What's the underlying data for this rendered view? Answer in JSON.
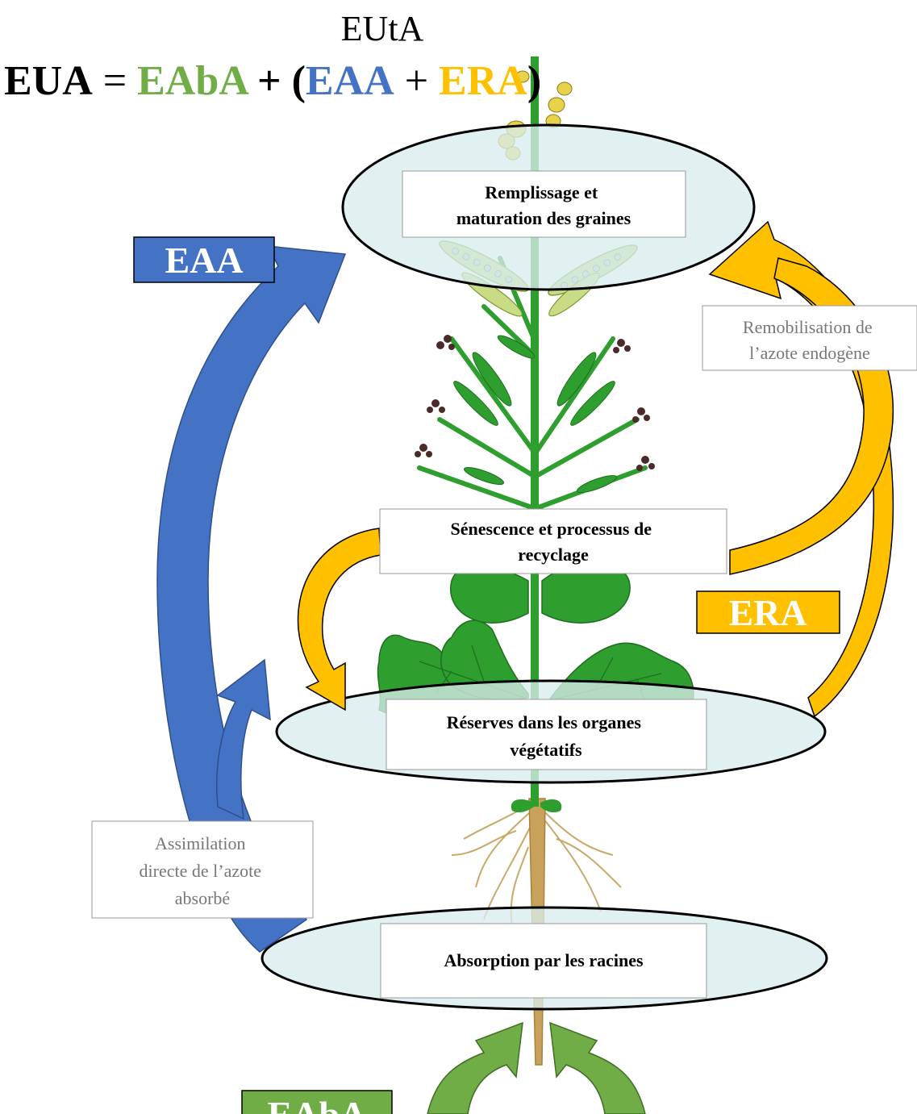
{
  "header": {
    "title": "EUtA",
    "equation": {
      "lhs": "EUA",
      "equals": " = ",
      "term1": "EAbA",
      "plus1": " + (",
      "term2": "EAA",
      "plus2": " + ",
      "term3": "ERA",
      "close": ")"
    }
  },
  "colors": {
    "green": "#70AD47",
    "blue": "#4472C4",
    "gold": "#FFC000",
    "ellipse_fill": "#D9ECEC",
    "plant_green": "#2E9E2E",
    "root_tan": "#C9A96A"
  },
  "labels": {
    "eaa": "EAA",
    "era": "ERA",
    "eaba": "EAbA"
  },
  "boxes": {
    "seeds": [
      "Remplissage et",
      "maturation des graines"
    ],
    "senescence": [
      "Sénescence et processus de",
      "recyclage"
    ],
    "reserves": [
      "Réserves dans les organes",
      "végétatifs"
    ],
    "absorption": [
      "Absorption par les racines"
    ],
    "remobilisation": [
      "Remobilisation de",
      "l’azote endogène"
    ],
    "assimilation": [
      "Assimilation",
      "directe de l’azote",
      "absorbé"
    ]
  },
  "icons": {
    "plant": "rapeseed-plant-illustration",
    "arrows": [
      "blue-curved-arrow",
      "gold-curved-arrow",
      "green-up-arrow"
    ]
  }
}
